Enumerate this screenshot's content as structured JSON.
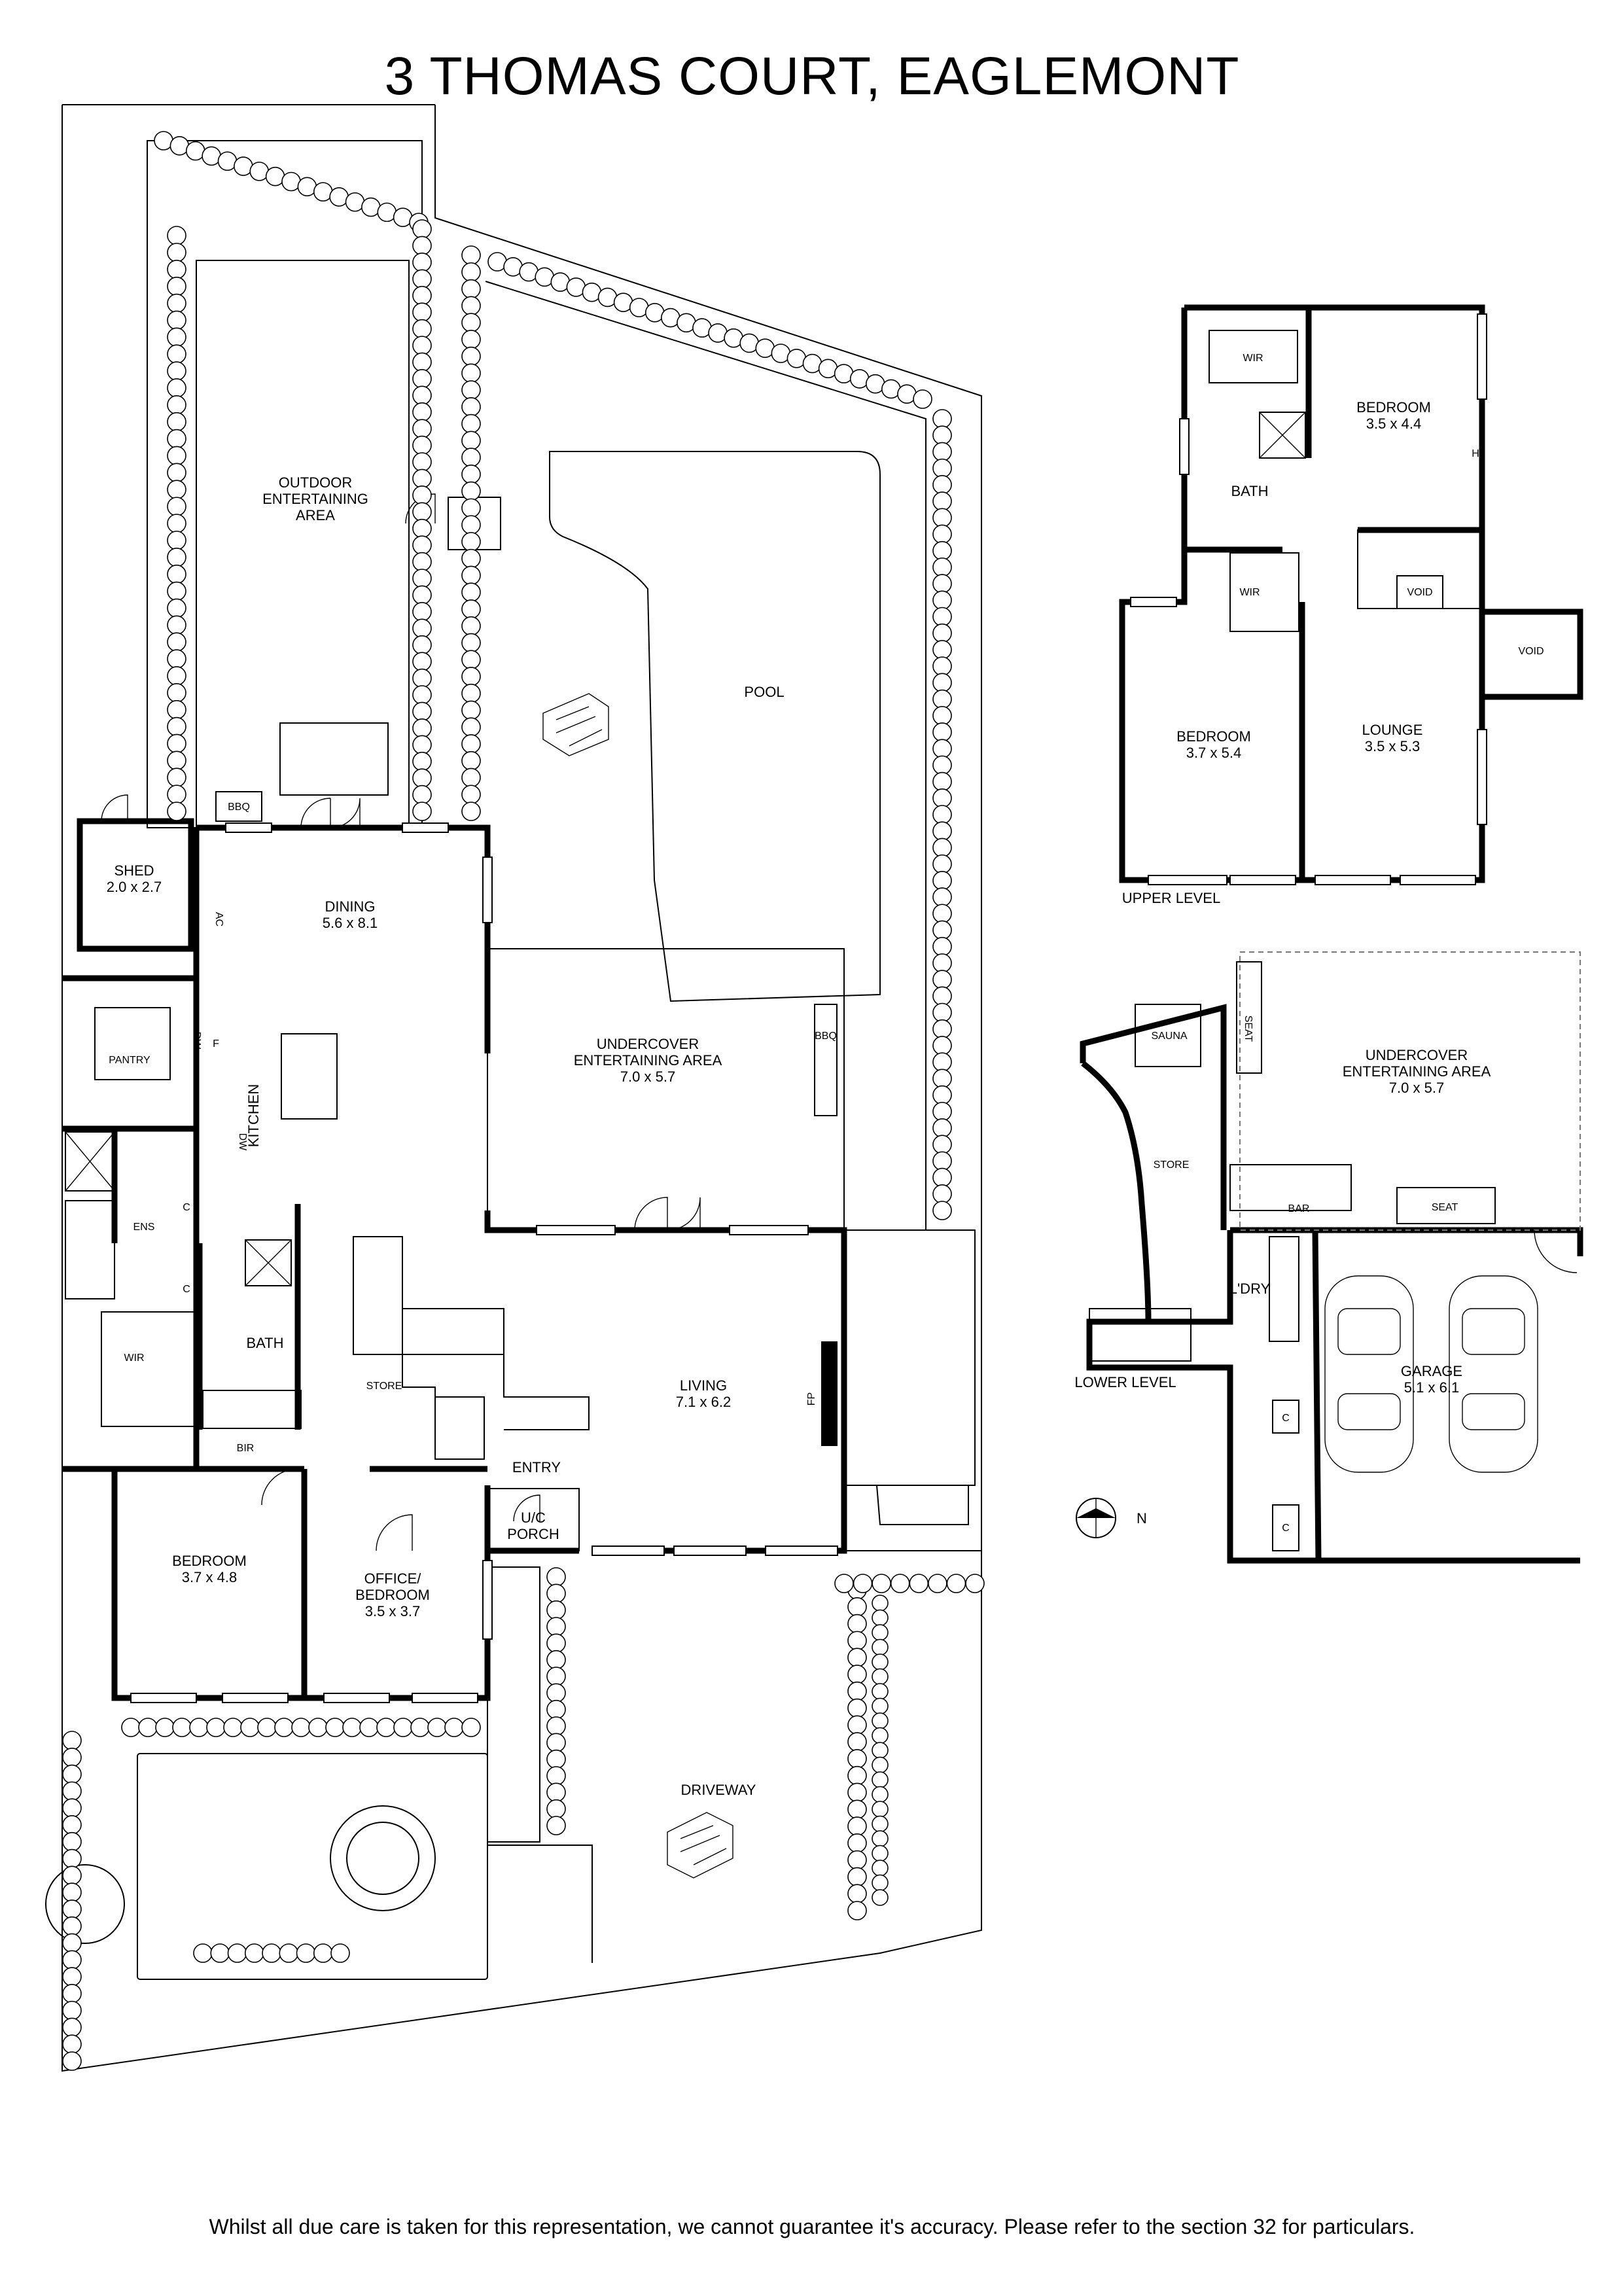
{
  "title": "3 THOMAS COURT, EAGLEMONT",
  "footer": "Whilst all due care is taken for this representation, we cannot guarantee it's accuracy. Please refer to the section 32 for particulars.",
  "compass_label": "N",
  "main_level": {
    "outdoor_entertaining": [
      "OUTDOOR",
      "ENTERTAINING",
      "AREA"
    ],
    "pool": "POOL",
    "bbq_1": "BBQ",
    "bbq_2": "BBQ",
    "shed": {
      "name": "SHED",
      "size": "2.0 x 2.7"
    },
    "ac": "AC",
    "dining": {
      "name": "DINING",
      "size": "5.6 x 8.1"
    },
    "undercover": {
      "name": "UNDERCOVER",
      "name2": "ENTERTAINING AREA",
      "size": "7.0 x 5.7"
    },
    "pantry": "PANTRY",
    "fridge": "F",
    "dw1": "DW",
    "dw2": "DW",
    "kitchen": "KITCHEN",
    "ens": "ENS",
    "c1": "C",
    "c2": "C",
    "wir": "WIR",
    "bath": "BATH",
    "bir": "BIR",
    "store": "STORE",
    "living": {
      "name": "LIVING",
      "size": "7.1 x 6.2"
    },
    "fp": "FP",
    "entry": "ENTRY",
    "uc_porch": [
      "U/C",
      "PORCH"
    ],
    "bedroom": {
      "name": "BEDROOM",
      "size": "3.7 x 4.8"
    },
    "office": {
      "name": "OFFICE/",
      "name2": "BEDROOM",
      "size": "3.5 x 3.7"
    },
    "driveway": "DRIVEWAY"
  },
  "upper_level": {
    "label": "UPPER LEVEL",
    "wir1": "WIR",
    "wir2": "WIR",
    "bedroom1": {
      "name": "BEDROOM",
      "size": "3.5 x 4.4"
    },
    "bath": "BATH",
    "void1": "VOID",
    "void2": "VOID",
    "bedroom2": {
      "name": "BEDROOM",
      "size": "3.7 x 5.4"
    },
    "lounge": {
      "name": "LOUNGE",
      "size": "3.5 x 5.3"
    },
    "h": "H"
  },
  "lower_level": {
    "label": "LOWER LEVEL",
    "sauna": "SAUNA",
    "seat1": "SEAT",
    "seat2": "SEAT",
    "undercover": {
      "name": "UNDERCOVER",
      "name2": "ENTERTAINING AREA",
      "size": "7.0 x 5.7"
    },
    "store": "STORE",
    "bar": "BAR",
    "laundry": "L'DRY",
    "garage": {
      "name": "GARAGE",
      "size": "5.1 x 6.1"
    },
    "c1": "C",
    "c2": "C"
  }
}
